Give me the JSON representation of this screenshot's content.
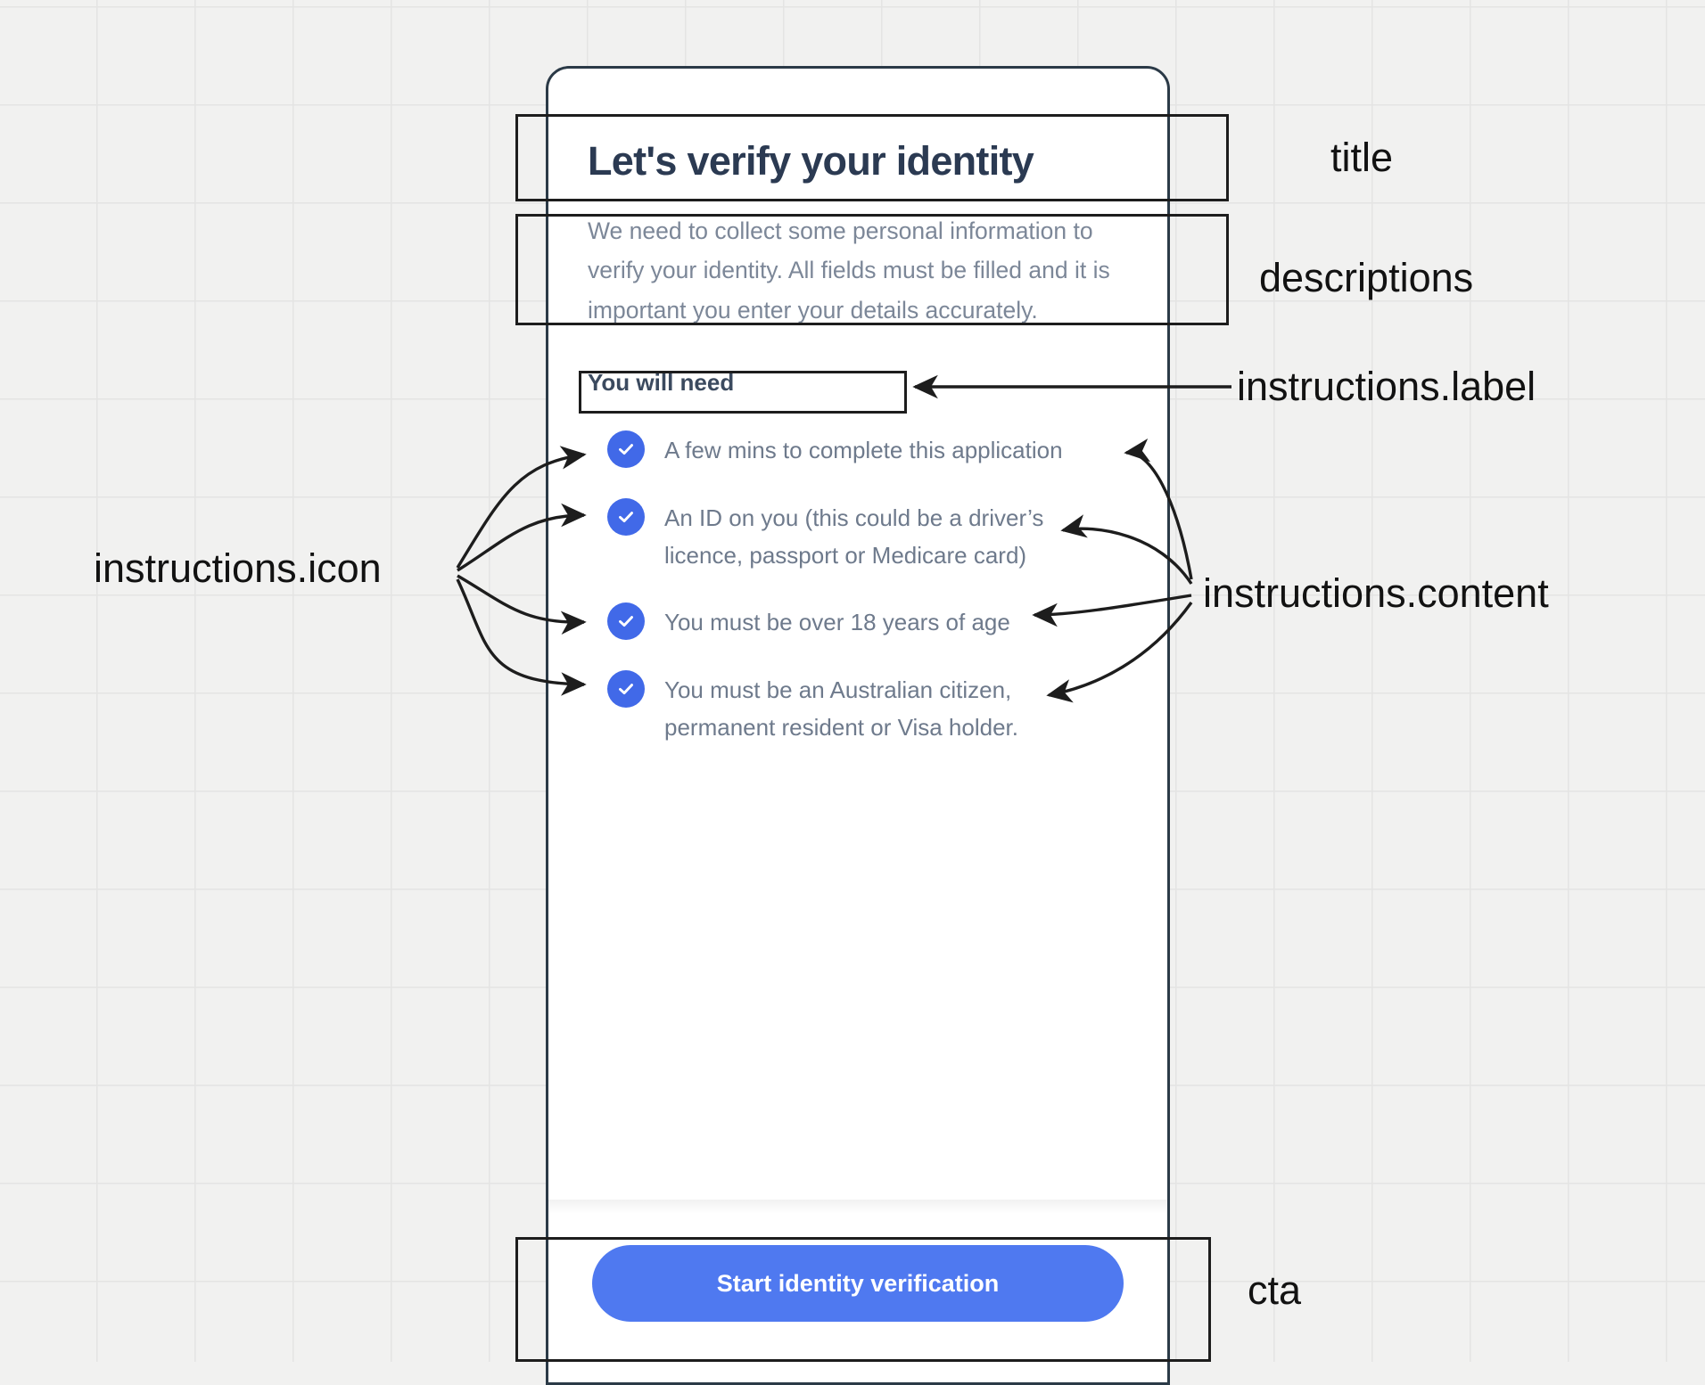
{
  "screen": {
    "title": "Let's verify your identity",
    "description": "We need to collect some personal information to verify your identity. All fields must be filled and it is important you enter your details accurately.",
    "instructions": {
      "label": "You will need",
      "items": [
        {
          "icon": "check-circle-icon",
          "content": "A few mins to complete this application"
        },
        {
          "icon": "check-circle-icon",
          "content": "An ID on you (this could be a driver’s licence, passport or Medicare card)"
        },
        {
          "icon": "check-circle-icon",
          "content": "You must be over 18 years of age"
        },
        {
          "icon": "check-circle-icon",
          "content": "You must be an Australian citizen, permanent resident or Visa holder."
        }
      ]
    },
    "cta": {
      "label": "Start identity verification"
    }
  },
  "annotations": [
    {
      "name": "title",
      "text": "title"
    },
    {
      "name": "descriptions",
      "text": "descriptions"
    },
    {
      "name": "instructions-label",
      "text": "instructions.label"
    },
    {
      "name": "instructions-icon",
      "text": "instructions.icon"
    },
    {
      "name": "instructions-content",
      "text": "instructions.content"
    },
    {
      "name": "cta",
      "text": "cta"
    }
  ],
  "colors": {
    "accent_blue": "#4169e8",
    "cta_blue": "#4f79f0",
    "title_text": "#2b3a52",
    "body_text": "#7c8798",
    "background": "#f1f1f0",
    "grid_line": "#e4e4e3",
    "frame_border": "#2b3a47",
    "annotation_stroke": "#1d1d1d"
  }
}
